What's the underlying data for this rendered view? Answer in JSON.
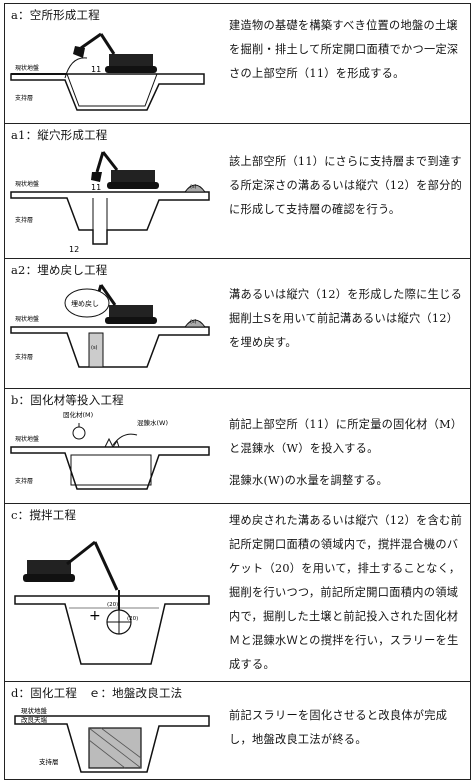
{
  "sections": [
    {
      "label": "a：空所形成工程",
      "figure_labels": {
        "ground": "現状地盤",
        "layer": "支持層",
        "ref": "11"
      },
      "text": [
        "建造物の基礎を構築すべき位置の地盤の土壌を掘削・排土して所定開口面積でかつ一定深さの上部空所（11）を形成する。"
      ]
    },
    {
      "label": "a1：縦穴形成工程",
      "figure_labels": {
        "ground": "現状地盤",
        "layer": "支持層",
        "ref": "11",
        "ref2": "12",
        "soil": "(s)"
      },
      "text": [
        "該上部空所（11）にさらに支持層まで到達する所定深さの溝あるいは縦穴（12）を部分的に形成して支持層の確認を行う。"
      ]
    },
    {
      "label": "a2：埋め戻し工程",
      "figure_labels": {
        "ground": "現状地盤",
        "layer": "支持層",
        "bubble": "埋め戻し",
        "soil": "(s)",
        "inner": "(s)"
      },
      "text": [
        "溝あるいは縦穴（12）を形成した際に生じる掘削土Sを用いて前記溝あるいは縦穴（12）を埋め戻す。"
      ]
    },
    {
      "label": "b：固化材等投入工程",
      "figure_labels": {
        "ground": "現状地盤",
        "layer": "支持層",
        "agent": "固化材(M)",
        "water": "混錬水(W)"
      },
      "text": [
        "前記上部空所（11）に所定量の固化材（M）と混錬水（W）を投入する。",
        "混錬水(W)の水量を調整する。"
      ]
    },
    {
      "label": "c：撹拌工程",
      "figure_labels": {
        "bucket": "(20)",
        "inner": "(20)"
      },
      "text": [
        "埋め戻された溝あるいは縦穴（12）を含む前記所定開口面積の領域内で，撹拌混合機のバケット（20）を用いて，排土することなく，掘削を行いつつ，前記所定開口面積内の領域内で，掘削した土壌と前記投入された固化材Ｍと混錬水Ｗとの撹拌を行い，スラリーを生成する。"
      ]
    },
    {
      "label": "d：固化工程　ｅ：地盤改良工法",
      "figure_labels": {
        "ground": "現状地盤",
        "top": "改良天端",
        "layer": "支持層"
      },
      "text": [
        "前記スラリーを固化させると改良体が完成し，地盤改良工法が終る。"
      ]
    }
  ]
}
